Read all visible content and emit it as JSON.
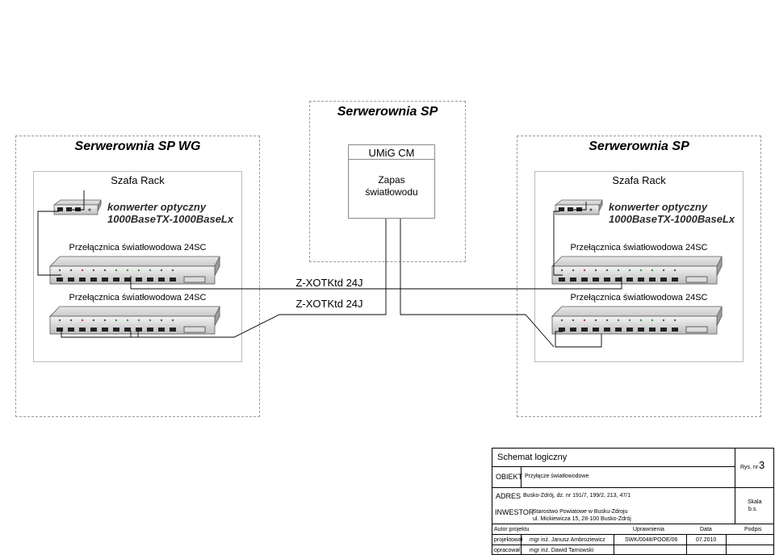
{
  "left_room": {
    "title": "Serwerownia SP WG",
    "rack_label": "Szafa Rack",
    "converter_text_line1": "konwerter optyczny",
    "converter_text_line2": "1000BaseTX-1000BaseLx",
    "switch1_label": "Przełącznica światłowodowa 24SC",
    "switch2_label": "Przełącznica światłowodowa 24SC"
  },
  "center_room": {
    "title": "Serwerownia SP",
    "box_title": "UMiG CM",
    "box_text_line1": "Zapas",
    "box_text_line2": "światłowodu"
  },
  "right_room": {
    "title": "Serwerownia SP",
    "rack_label": "Szafa Rack",
    "converter_text_line1": "konwerter optyczny",
    "converter_text_line2": "1000BaseTX-1000BaseLx",
    "switch1_label": "Przełącznica światłowodowa 24SC",
    "switch2_label": "Przełącznica światłowodowa 24SC"
  },
  "cables": {
    "upper_label": "Z-XOTKtd 24J",
    "lower_label": "Z-XOTKtd 24J"
  },
  "title_block": {
    "heading": "Schemat logiczny",
    "obiekt_key": "OBIEKT",
    "obiekt_value": "Przyłącze światłowodowe",
    "rys_label": "Rys. nr",
    "rys_number": "3",
    "adres_key": "ADRES",
    "adres_value": "Busko-Zdrój, dz. nr 191/7, 199/2, 213, 47/1",
    "inwestor_key": "INWESTOR",
    "inwestor_line1": "Starostwo Powiatowe w Busku-Zdroju",
    "inwestor_line2": "ul. Mickiewicza 15, 28-100 Busko-Zdrój",
    "skala_label": "Skala",
    "skala_value": "b.s.",
    "col_autor": "Autor projektu",
    "col_uprawnienia": "Uprawnienia",
    "col_data": "Data",
    "col_podpis": "Podpis",
    "row1_role": "projektował",
    "row1_name": "mgr inż. Janusz Ambroziewicz",
    "row1_uprawnienia": "SWK/0048/POOE/06",
    "row1_data": "07.2010",
    "row2_role": "opracował",
    "row2_name": "mgr inż. Dawid Tarnowski"
  }
}
